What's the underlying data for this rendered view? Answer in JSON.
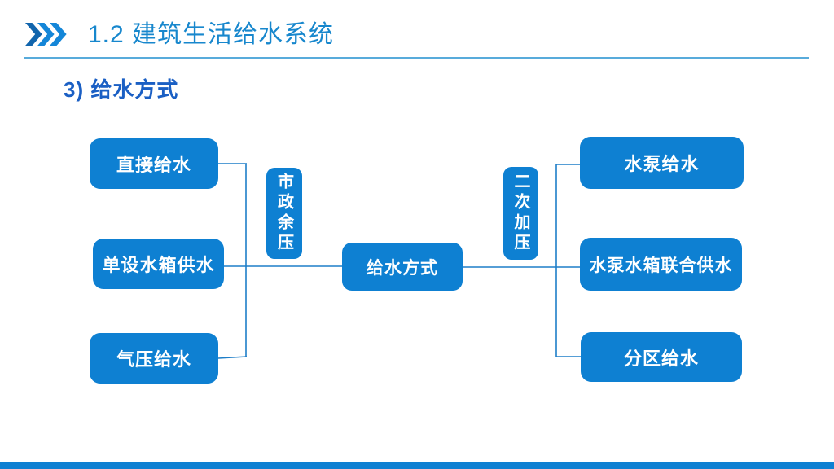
{
  "header": {
    "title": "1.2 建筑生活给水系统",
    "icon": "triple-chevron-right-icon"
  },
  "subtitle": "3) 给水方式",
  "diagram": {
    "center_label": "给水方式",
    "left_branch_label": "市政余压",
    "right_branch_label": "二次加压",
    "left_items": [
      "直接给水",
      "单设水箱供水",
      "气压给水"
    ],
    "right_items": [
      "水泵给水",
      "水泵水箱联合供水",
      "分区给水"
    ]
  },
  "colors": {
    "node_fill": "#0E80D2",
    "connector": "#1E7EC8",
    "header_title": "#1787CD",
    "subtitle_text": "#1A5FC4",
    "header_rule": "#58ABDB",
    "chevron_dark": "#1165AD",
    "chevron_light": "#1486D8",
    "footer_bar": "#0E80D2"
  }
}
